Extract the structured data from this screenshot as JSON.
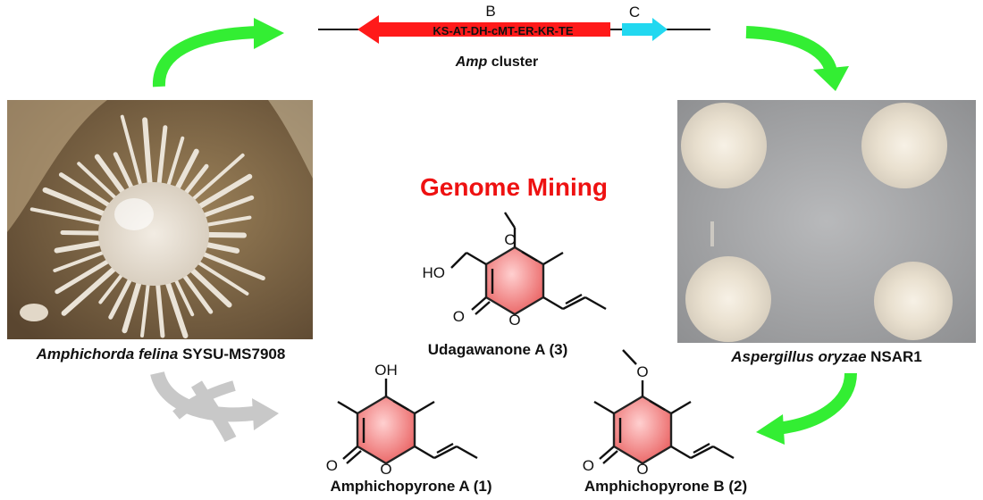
{
  "colors": {
    "pks_gene": "#ff1a1a",
    "gene_c": "#22d8f0",
    "flow_arrow": "#33ee33",
    "blocked_arrow": "#c8c8c8",
    "genome_mining_text": "#ee1111",
    "pyrone_fill": "#e85a5a"
  },
  "gene_cluster": {
    "gene_b_letter": "B",
    "gene_b_domains": "KS-AT-DH-cMT-ER-KR-TE",
    "gene_c_letter": "C",
    "cluster_name_italic": "Amp",
    "cluster_name_rest": " cluster"
  },
  "center_title": "Genome Mining",
  "source_organism": {
    "genus_species": "Amphichorda felina",
    "strain": " SYSU-MS7908"
  },
  "host_organism": {
    "genus_species": "Aspergillus oryzae",
    "strain": " NSAR1"
  },
  "compounds": {
    "c3": {
      "name": "Udagawanone A (3)",
      "atom_o": "O",
      "atom_ho": "HO",
      "ring_o": "O",
      "carbonyl_o": "O"
    },
    "c1": {
      "name": "Amphichopyrone A (1)",
      "atom_oh": "OH",
      "ring_o": "O",
      "carbonyl_o": "O"
    },
    "c2": {
      "name": "Amphichopyrone B (2)",
      "atom_o": "O",
      "ring_o": "O",
      "carbonyl_o": "O"
    }
  },
  "icons": [
    "curved-green-arrow-icon",
    "blocked-gray-arrow-icon"
  ]
}
